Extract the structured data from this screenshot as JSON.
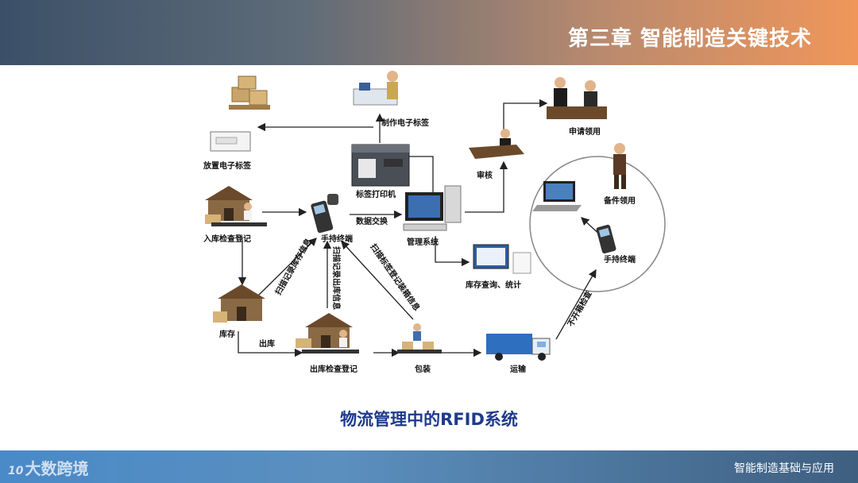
{
  "header": {
    "title": "第三章 智能制造关键技术"
  },
  "footer": {
    "course": "智能制造基础与应用",
    "watermark_mark": "10",
    "watermark_text": "大数跨境"
  },
  "caption": "物流管理中的RFID系统",
  "diagram": {
    "nodes": {
      "place_tag": "放置电子标签",
      "make_tag": "制作电子标签",
      "apply": "申请领用",
      "review": "审核",
      "printer": "标签打印机",
      "inbound": "入库检查登记",
      "handheld": "手持终端",
      "data_exchange": "数据交换",
      "mgmt_system": "管理系统",
      "spare_parts": "备件领用",
      "handheld2": "手持终端",
      "inventory_query": "库存查询、统计",
      "warehouse": "库存",
      "outbound_label": "出库",
      "outbound_check": "出库检查登记",
      "packing": "包装",
      "transport": "运输"
    },
    "edge_labels": {
      "scan_inbound": "扫描记录库存信息",
      "scan_outbound": "扫描记录出库信息",
      "scan_packing": "扫描标签登记装箱信息",
      "unopened_check": "不开箱检查"
    }
  },
  "colors": {
    "caption": "#1f3a8a",
    "banner_start": "#3b5068",
    "banner_end": "#f0965a"
  },
  "icons": [
    "truck-icon",
    "computer-icon",
    "printer-icon",
    "house-icon",
    "person-icon",
    "box-icon",
    "handheld-scanner-icon"
  ]
}
